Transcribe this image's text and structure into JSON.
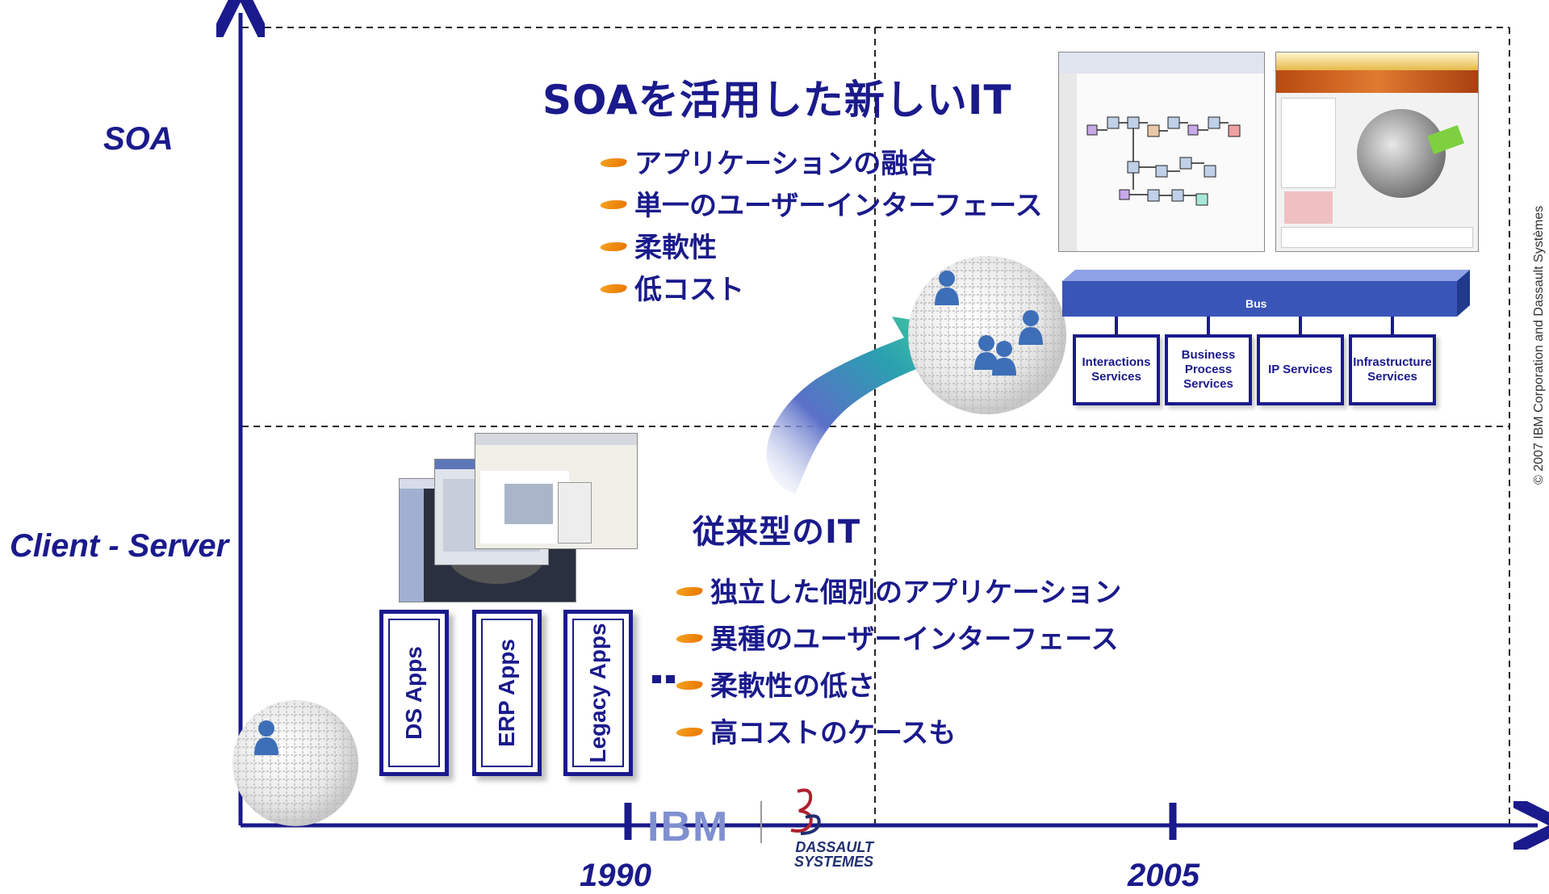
{
  "axis": {
    "y_labels": [
      "SOA",
      "Client - Server"
    ],
    "x_ticks": [
      "1990",
      "2005"
    ]
  },
  "soa": {
    "title": "SOAを活用した新しいIT",
    "bullets": [
      "アプリケーションの融合",
      "単一のユーザーインターフェース",
      "柔軟性",
      "低コスト"
    ],
    "bus_label": "Bus",
    "services": [
      "Interactions Services",
      "Business Process Services",
      "IP Services",
      "Infrastructure Services"
    ]
  },
  "legacy": {
    "title": "従来型のIT",
    "bullets": [
      "独立した個別のアプリケーション",
      "異種のユーザーインターフェース",
      "柔軟性の低さ",
      "高コストのケースも"
    ],
    "apps": [
      "DS Apps",
      "ERP Apps",
      "Legacy Apps"
    ]
  },
  "logos": {
    "ibm": "IBM",
    "dassault_line1": "DASSAULT",
    "dassault_line2": "SYSTEMES"
  },
  "copyright": "© 2007 IBM Corporation and  Dassault Systèmes",
  "colors": {
    "text_navy": "#1a1a8c",
    "bullet_orange": "#f09020",
    "bus_blue": "#3a55b8",
    "arrow_teal": "#3cb0b8"
  }
}
